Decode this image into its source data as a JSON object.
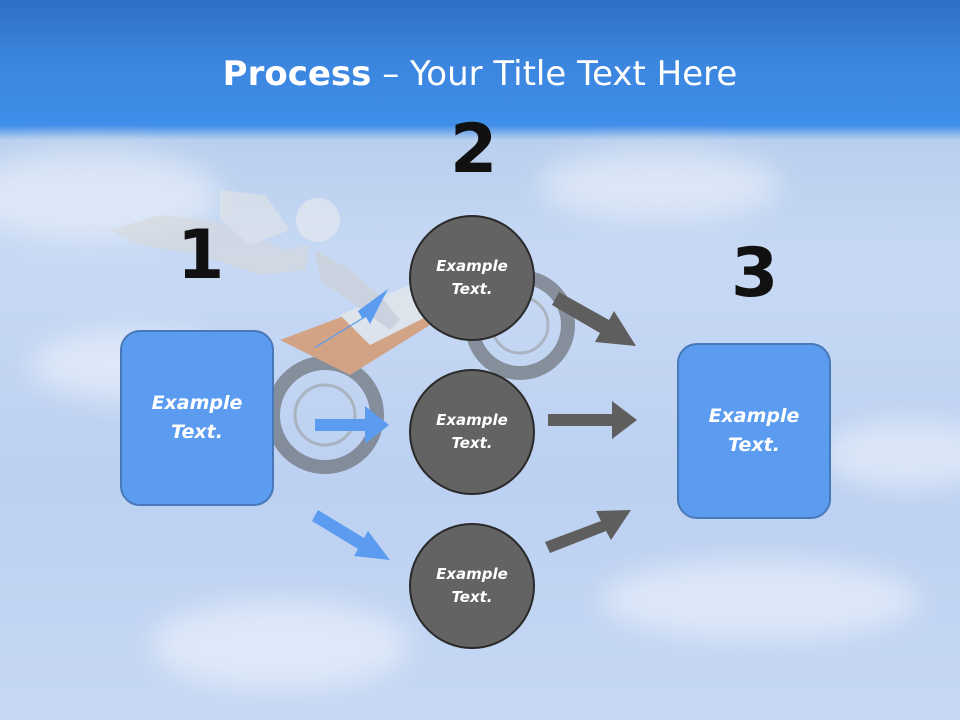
{
  "title": {
    "bold": "Process",
    "dash": " – ",
    "rest": "Your Title Text Here"
  },
  "numbers": [
    "1",
    "2",
    "3"
  ],
  "left_box": {
    "line1": "Example",
    "line2": "Text."
  },
  "circles": [
    {
      "line1": "Example",
      "line2": "Text."
    },
    {
      "line1": "Example",
      "line2": "Text."
    },
    {
      "line1": "Example",
      "line2": "Text."
    }
  ],
  "right_box": {
    "line1": "Example",
    "line2": "Text."
  },
  "colors": {
    "box": "#5b9cf0",
    "circle": "#636363",
    "blue_arrow": "#5b9cf0",
    "gray_arrow": "#5e5e5e"
  }
}
